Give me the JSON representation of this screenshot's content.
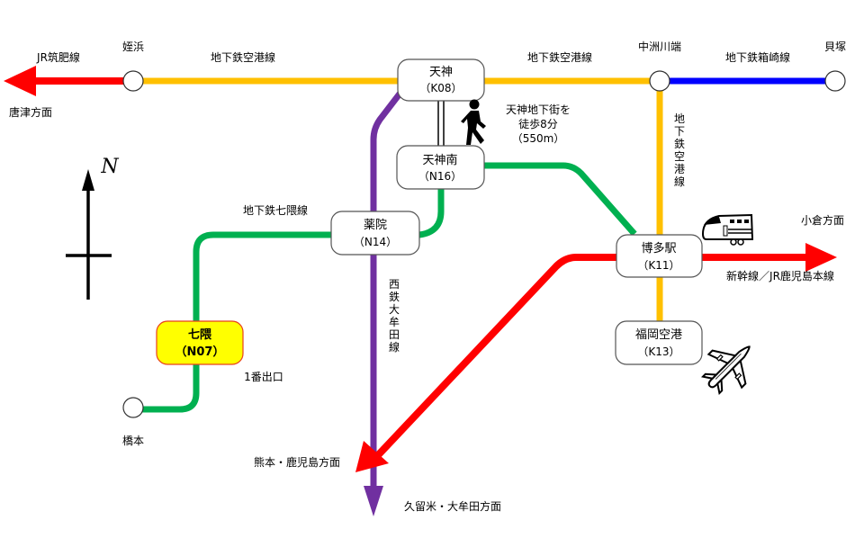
{
  "colors": {
    "airport_line": "#ffc000",
    "hakozaki_line": "#0000ff",
    "nanakuma_line": "#00b050",
    "nishitetsu_line": "#7030a0",
    "jr_line": "#ff0000",
    "highlight_fill": "#ffff00",
    "highlight_border": "#e8401c"
  },
  "compass": {
    "label": "N"
  },
  "lines": {
    "jr_chikuhi": "JR筑肥線",
    "airport_west": "地下鉄空港線",
    "airport_east": "地下鉄空港線",
    "airport_vertical": "地下鉄空港線",
    "hakozaki": "地下鉄箱崎線",
    "nanakuma": "地下鉄七隈線",
    "nishitetsu": "西鉄大牟田線",
    "shinkansen": "新幹線／JR鹿児島本線"
  },
  "directions": {
    "karatsu": "唐津方面",
    "kokura": "小倉方面",
    "kumamoto": "熊本・鹿児島方面",
    "kurume": "久留米・大牟田方面"
  },
  "stations": {
    "meinohama": {
      "name": "姪浜"
    },
    "nakasukawabata": {
      "name": "中洲川端"
    },
    "kaizuka": {
      "name": "貝塚"
    },
    "hashimoto": {
      "name": "橋本"
    },
    "tenjin": {
      "name": "天神",
      "code": "（K08）"
    },
    "tenjinminami": {
      "name": "天神南",
      "code": "（N16）"
    },
    "yakuin": {
      "name": "薬院",
      "code": "（N14）"
    },
    "nanakuma": {
      "name": "七隈",
      "code": "（N07）"
    },
    "hakata": {
      "name": "博多駅",
      "code": "（K11）"
    },
    "airport": {
      "name": "福岡空港",
      "code": "（K13）"
    }
  },
  "walk_note": [
    "天神地下街を",
    "徒歩8分",
    "（550m）"
  ],
  "exit_label": "1番出口",
  "icons": [
    "walking-person-icon",
    "bullet-train-icon",
    "airplane-icon",
    "north-arrow-icon"
  ]
}
